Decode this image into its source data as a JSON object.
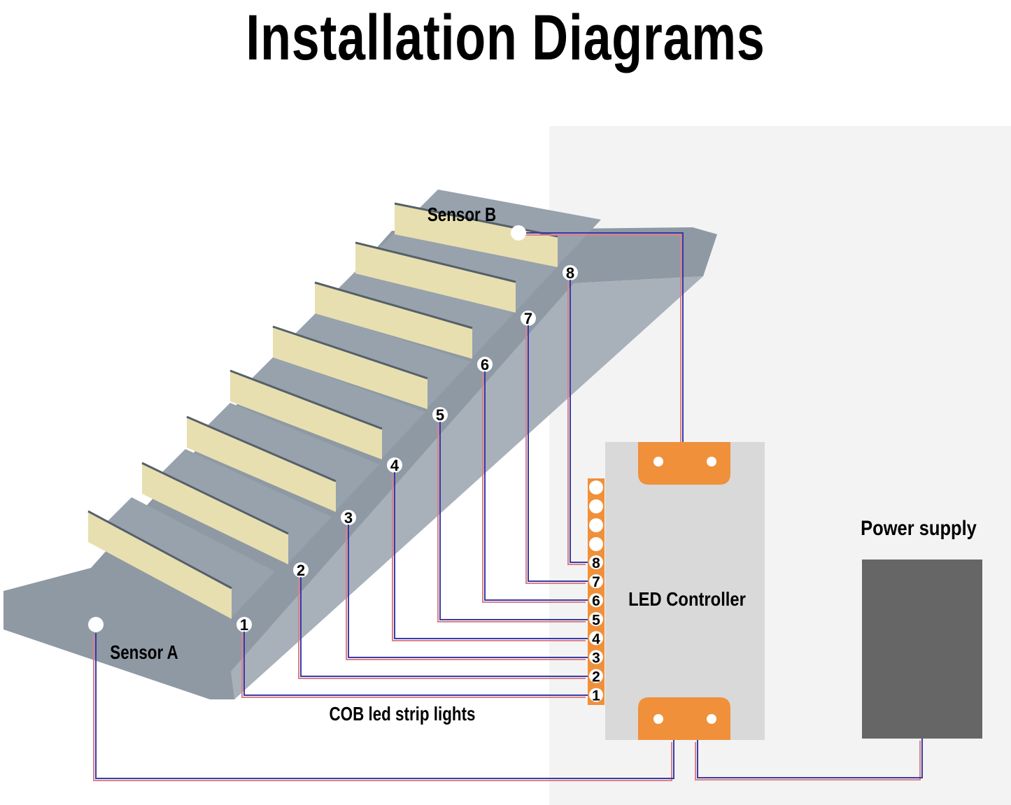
{
  "title": "Installation Diagrams",
  "labels": {
    "sensor_a": "Sensor A",
    "sensor_b": "Sensor B",
    "led_controller": "LED Controller",
    "power_supply": "Power supply",
    "strip": "COB led strip lights"
  },
  "steps": [
    "1",
    "2",
    "3",
    "4",
    "5",
    "6",
    "7",
    "8"
  ],
  "terminals": [
    "8",
    "7",
    "6",
    "5",
    "4",
    "3",
    "2",
    "1"
  ],
  "colors": {
    "terminal": "#f0903a",
    "controller": "#d9d9d9",
    "power": "#666666",
    "wire_red": "#d9828a",
    "wire_blue": "#3b3ba8",
    "wire_teal": "#3a9a9a"
  }
}
